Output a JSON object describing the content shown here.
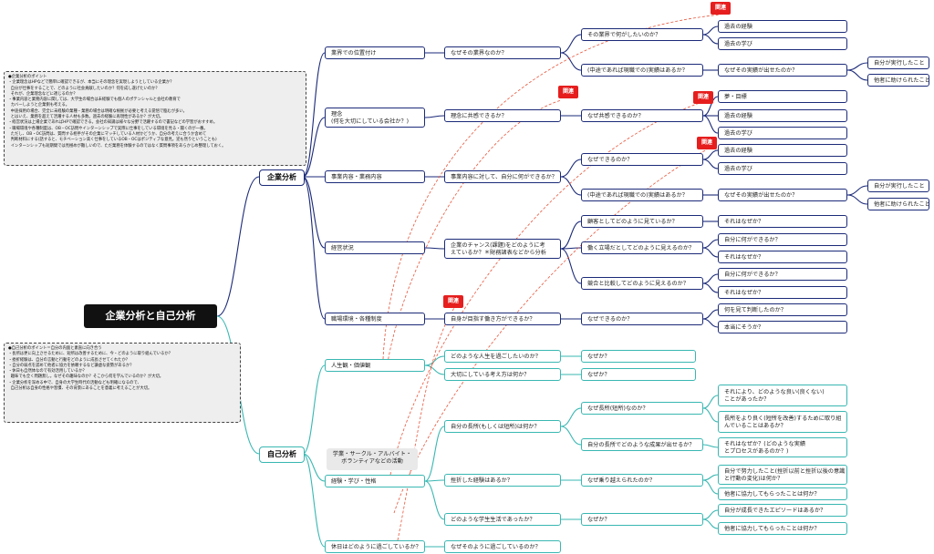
{
  "root": {
    "label": "企業分析と自己分析"
  },
  "company": {
    "label": "企業分析"
  },
  "self": {
    "label": "自己分析"
  },
  "note_company": "●企業分析のポイント\n・企業理念はHPなどで簡単に確認できるが、本当にその理念を実現しようとしている企業か？\n  自分が仕事をすることで、どのように社会貢献したいのか？何を成し遂げたいのか？\n  それが、企業理念などに適じるのか？\n・事業内容と業務内容に関しては、大学生の場合は未経験でも個人のポテンシャルと会社の教育で\n  カバーしようと企業側も考える。\n  中途採用の場合、完全に未経験の業種・業務の場合は明確な根拠が必要と考える覚悟で臨むが多い。\n  とはいえ、業務を超えて活躍する人材も多数。過去の経験に再現性があるか？が大切。\n・経営状況は上場企業であればHPで確認できる。会社の知識は様々な分野で活躍するので書記などの学習がおすすめ。\n・職場環境や各種制度は、OB・OC訪問やインターンシップで実際に仕事をしている環境を見る・聞くのが一番。\n  ただし、OB・OC訪問は、質問する相手がその企業にマッチしている人材かどうか、自分の考えに合うか含めて\n  判断材料にする(話すると、モチベーション高く仕事をしているOB・OCはポジティブな意見。逆も然りということも)\n  インターンシップも短期間では見極めが難しいので、ただ業務を体験するのではなく質問事項をあらかじめ整理しておく。",
  "note_self": "●自己分析のポイント＝自分の内面と素直に向き合う\n・長所は更に向上させるために、短所は改善するために、今・どのように取り組んでいるか？\n・挫折経験は、自分の言動と行動をどのように成長させてくれたか？\n・自分の弱点を認めて他者に協力を依頼するなど謙虚な姿勢があるか？\n・休日も自然体なので有効活用しているか？\n  趣味でも全く問題無し。なぜその趣味なのか？そこから何を学んでいるのか？が大切。\n・企業分析を深める中で、自身の大学生時代の活動なども明確になるので、\n  自己分析は自身の性格や習慣、その背景にあることを意義に考えることが大切。",
  "badge": "関連",
  "n": {
    "c1": "業界での位置付け",
    "c1a": "なぜその業界なのか？",
    "c1a1": "その業界で何がしたいのか？",
    "c1a1a": "過去の経験",
    "c1a1b": "過去の学び",
    "c1a2": "(中途であれば現職での)実績はあるか？",
    "c1a2a": "なぜその実績が出せたのか？",
    "c1a2a1": "自分が実行したこと",
    "c1a2a2": "他者に助けられたこと",
    "c2": "理念\n(何を大切にしている会社か？)",
    "c2a": "理念に共感できるか？",
    "c2a1": "なぜ共感できるのか？",
    "c2a1a": "夢・目標",
    "c2a1b": "過去の経験",
    "c2a1c": "過去の学び",
    "c3": "事業内容・業務内容",
    "c3a": "事業内容に対して、自分に何ができるか？",
    "c3a1": "なぜできるのか？",
    "c3a1a": "過去の経験",
    "c3a1b": "過去の学び",
    "c3a2": "(中途であれば現職での)実績はあるか？",
    "c3a2a": "なぜその実績が出せたのか？",
    "c3a2a1": "自分が実行したこと",
    "c3a2a2": "他者に助けられたこと",
    "c4": "経営状況",
    "c4a": "企業のチャンス(課題)をどのように考\nえているか？＊財務諸表などから分析",
    "c4a1": "顧客としてどのように見ているか？",
    "c4a1a": "それはなぜか？",
    "c4a2": "働く立場だとしてどのように見えるのか？",
    "c4a2a": "自分に何ができるか？",
    "c4a2b": "それはなぜか？",
    "c4a3": "競合と比較してどのように見えるのか？",
    "c4a3a": "自分に何ができるか？",
    "c4a3b": "それはなぜか？",
    "c5": "職場環境・各種制度",
    "c5a": "自身が目指す働き方ができるか？",
    "c5a1": "なぜできるのか？",
    "c5a1a": "何を見て判断したのか？",
    "c5a1b": "本当にそうか？",
    "s1": "人生観・価値観",
    "s1a": "どのような人生を過ごしたいのか？",
    "s1a1": "なぜか？",
    "s1b": "大切にしている考え方は何か？",
    "s1b1": "なぜか？",
    "s2": "経験・学び・性格",
    "s2g": "学業・サークル・アルバイト・\nボランティアなどの活動",
    "s2a": "自分の長所(もしくは短所)は何か？",
    "s2a1": "なぜ長所(短所)なのか？",
    "s2a1a": "それにより、どのような良い(良くない)\nことがあったか？",
    "s2a1b": "長所をより良く(短所を改善)するために取り組\nんでいることはあるか？",
    "s2a2": "自分の長所でどのような成果が出せるか？",
    "s2a2a": "それはなぜか？(どのような実績\nとプロセスがあるのか？)",
    "s2b": "挫折した経験はあるか？",
    "s2b1": "なぜ乗り越えられたのか？",
    "s2b1a": "自分で努力したこと(挫折以前と挫折以後の意識\nと行動の変化)は何か？",
    "s2b1b": "他者に協力してもらったことは何か？",
    "s2c": "どのような学生生活であったか？",
    "s2c1": "なぜか？",
    "s2c1a": "自分が成長できたエピソードはあるか？",
    "s2c1b": "他者に協力してもらったことは何か？",
    "s3": "休日はどのように過ごしているか？",
    "s3a": "なぜそのように過ごしているのか？"
  },
  "colors": {
    "company": "#1b2a78",
    "self": "#39b7b2",
    "related": "#e8553a",
    "badge": "#e61e1e"
  }
}
